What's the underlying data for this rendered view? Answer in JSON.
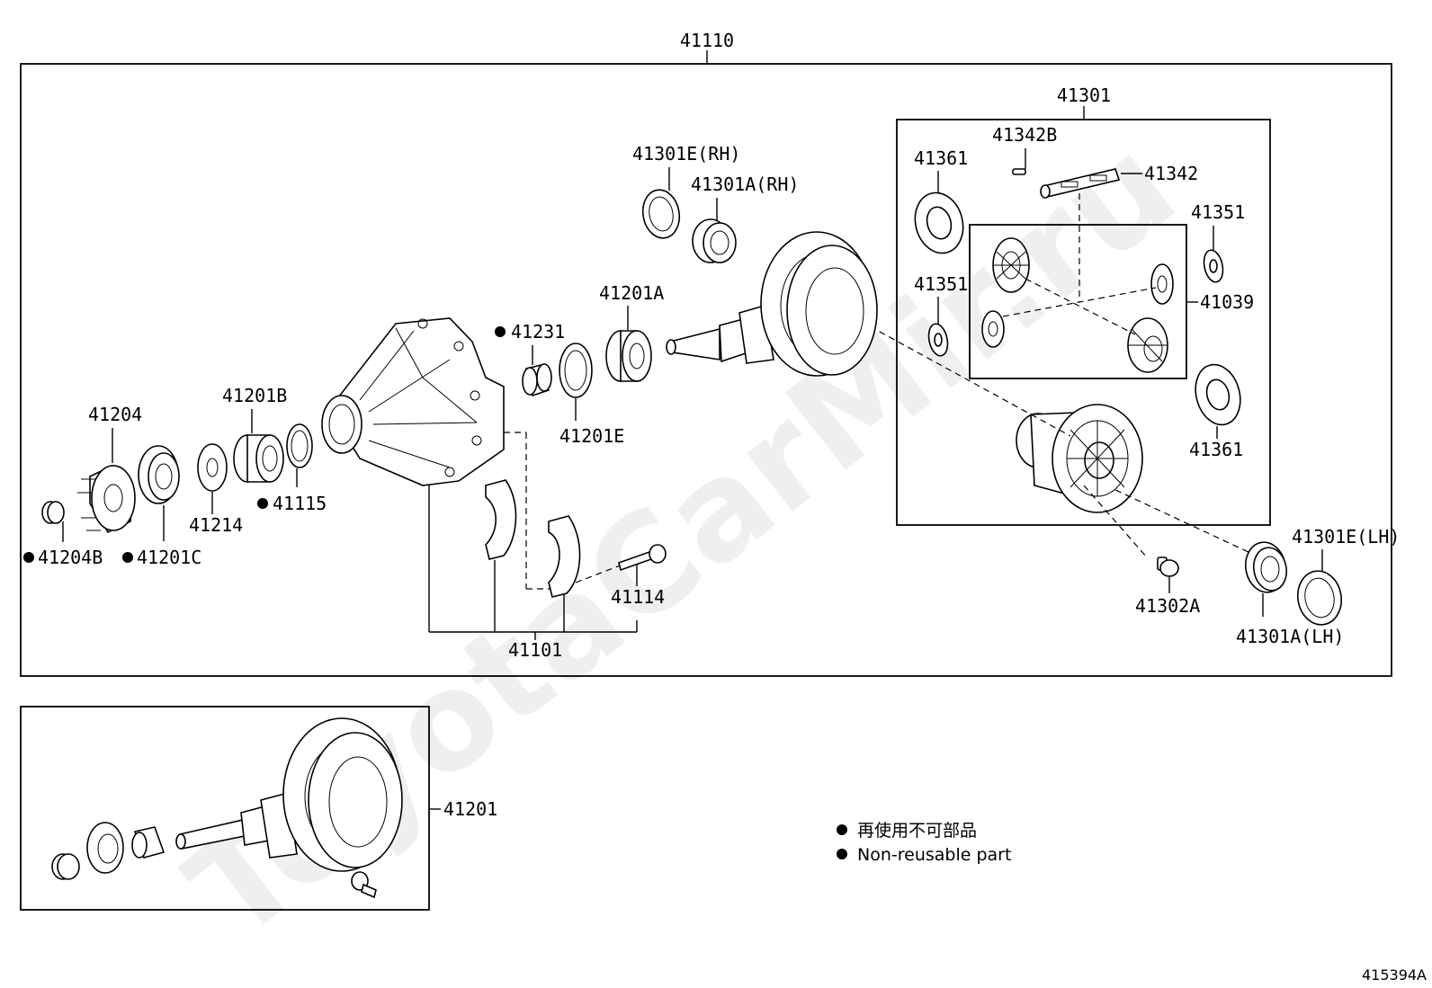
{
  "watermark": "ToyotaCarMir.ru",
  "document_id": "415394A",
  "legend": {
    "japanese": "再使用不可部品",
    "english": "Non-reusable part"
  },
  "labels": {
    "assembly_41110": "41110",
    "assembly_41301": "41301",
    "p41342B": "41342B",
    "p41361_top": "41361",
    "p41342": "41342",
    "p41351_right": "41351",
    "p41351_left": "41351",
    "p41039": "41039",
    "p41361_bottom": "41361",
    "p41301E_RH": "41301E(RH)",
    "p41301A_RH": "41301A(RH)",
    "p41201A": "41201A",
    "p41231": "41231",
    "p41201E": "41201E",
    "p41201B": "41201B",
    "p41204": "41204",
    "p41214": "41214",
    "p41115": "41115",
    "p41204B": "41204B",
    "p41201C": "41201C",
    "p41114": "41114",
    "p41101": "41101",
    "p41302A": "41302A",
    "p41301E_LH": "41301E(LH)",
    "p41301A_LH": "41301A(LH)",
    "p41201": "41201"
  }
}
